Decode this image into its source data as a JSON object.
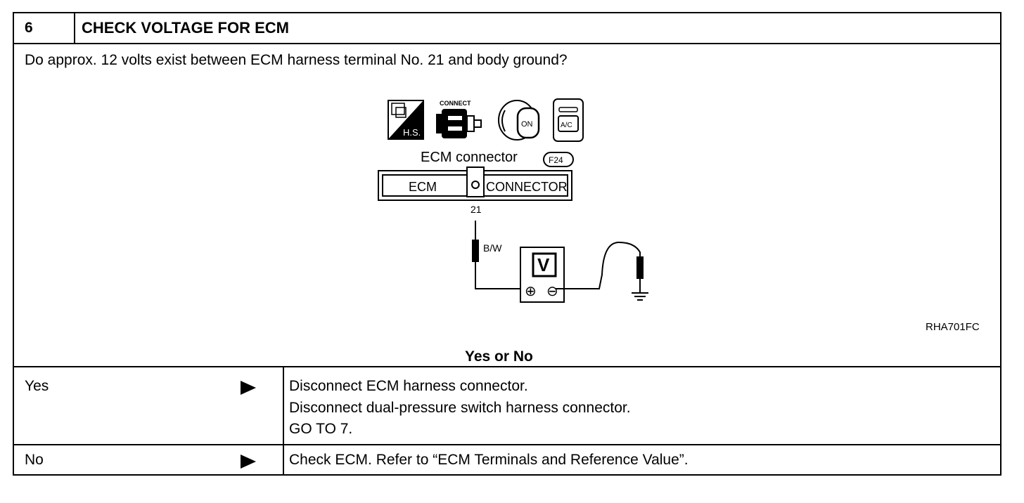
{
  "step": {
    "number": "6",
    "title": "CHECK VOLTAGE FOR ECM",
    "question": "Do approx. 12 volts exist between ECM harness terminal No. 21 and body ground?"
  },
  "diagram": {
    "icons": [
      {
        "name": "harness-side-icon",
        "label": "H.S."
      },
      {
        "name": "connect-icon",
        "label": "CONNECT"
      },
      {
        "name": "ignition-on-icon",
        "label": "ON"
      },
      {
        "name": "ac-switch-icon",
        "label": "A/C"
      }
    ],
    "connector_caption": "ECM connector",
    "connector_code": "F24",
    "connector_left_label": "ECM",
    "connector_right_label": "CONNECTOR",
    "terminal_number": "21",
    "wire_color": "B/W",
    "meter_label": "V",
    "meter_plus": "⊕",
    "meter_minus": "⊖",
    "figure_code": "RHA701FC"
  },
  "result_heading": "Yes or No",
  "results": [
    {
      "answer": "Yes",
      "lines": [
        "Disconnect ECM harness connector.",
        "Disconnect dual-pressure switch harness connector.",
        "GO TO 7."
      ]
    },
    {
      "answer": "No",
      "lines": [
        "Check ECM. Refer to “ECM Terminals and Reference Value”."
      ]
    }
  ]
}
